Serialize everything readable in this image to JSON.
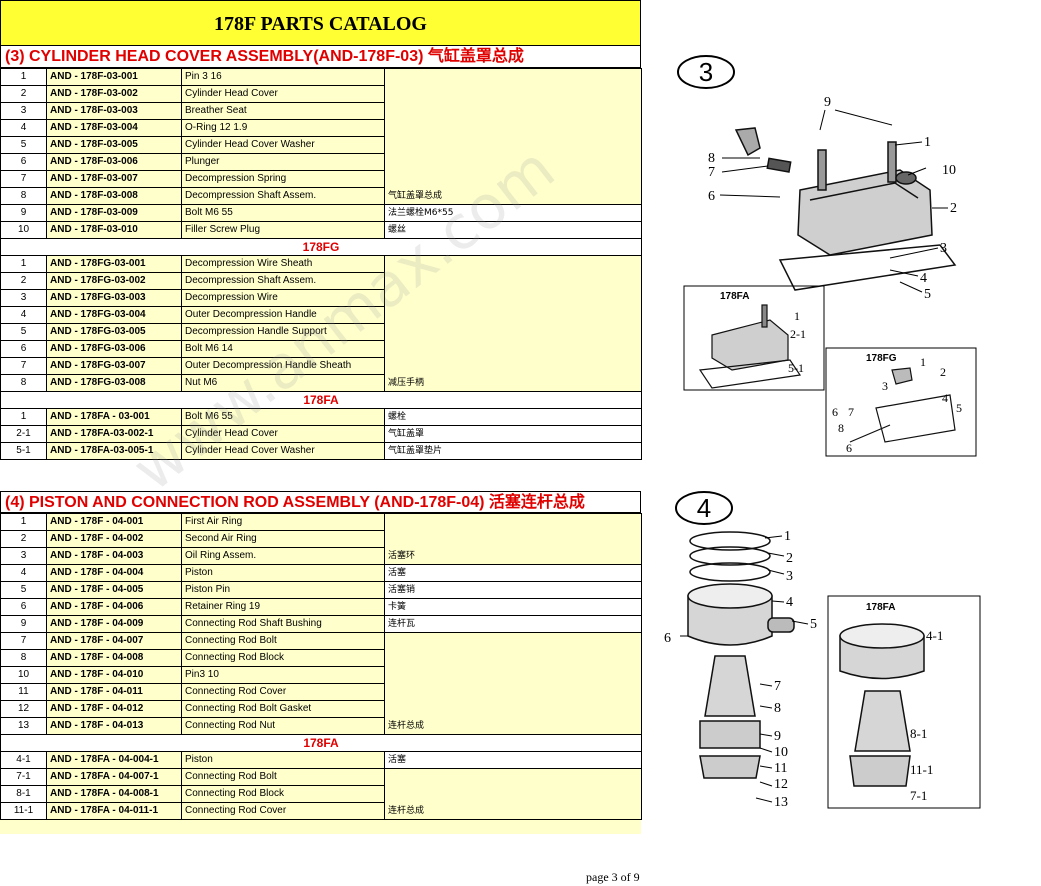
{
  "title": "178F PARTS CATALOG",
  "section3": {
    "header": "(3) CYLINDER HEAD COVER ASSEMBLY(AND-178F-03) 气缸盖罩总成",
    "group_a": [
      {
        "no": "1",
        "code": "AND - 178F-03-001",
        "name": "Pin 3 16"
      },
      {
        "no": "2",
        "code": "AND - 178F-03-002",
        "name": "Cylinder Head Cover"
      },
      {
        "no": "3",
        "code": "AND - 178F-03-003",
        "name": "Breather Seat"
      },
      {
        "no": "4",
        "code": "AND - 178F-03-004",
        "name": "O-Ring 12 1.9"
      },
      {
        "no": "5",
        "code": "AND - 178F-03-005",
        "name": "Cylinder Head Cover Washer"
      },
      {
        "no": "6",
        "code": "AND - 178F-03-006",
        "name": "Plunger"
      },
      {
        "no": "7",
        "code": "AND - 178F-03-007",
        "name": "Decompression Spring"
      },
      {
        "no": "8",
        "code": "AND - 178F-03-008",
        "name": "Decompression Shaft Assem."
      }
    ],
    "group_a_cn": "气缸盖罩总成",
    "rows_b": [
      {
        "no": "9",
        "code": "AND - 178F-03-009",
        "name": "Bolt M6 55",
        "cn": "法兰螺栓M6*55"
      },
      {
        "no": "10",
        "code": "AND - 178F-03-010",
        "name": "Filler Screw Plug",
        "cn": "螺丝"
      }
    ],
    "sub_fg": "178FG",
    "group_fg": [
      {
        "no": "1",
        "code": "AND - 178FG-03-001",
        "name": "Decompression Wire Sheath"
      },
      {
        "no": "2",
        "code": "AND - 178FG-03-002",
        "name": "Decompression Shaft Assem."
      },
      {
        "no": "3",
        "code": "AND - 178FG-03-003",
        "name": "Decompression Wire"
      },
      {
        "no": "4",
        "code": "AND - 178FG-03-004",
        "name": "Outer Decompression Handle"
      },
      {
        "no": "5",
        "code": "AND - 178FG-03-005",
        "name": "Decompression Handle Support"
      },
      {
        "no": "6",
        "code": "AND - 178FG-03-006",
        "name": "Bolt M6 14"
      },
      {
        "no": "7",
        "code": "AND - 178FG-03-007",
        "name": "Outer Decompression Handle Sheath"
      },
      {
        "no": "8",
        "code": "AND - 178FG-03-008",
        "name": "Nut M6"
      }
    ],
    "group_fg_cn": "减压手柄",
    "sub_fa": "178FA",
    "rows_fa": [
      {
        "no": "1",
        "code": "AND - 178FA - 03-001",
        "name": "Bolt M6 55",
        "cn": "螺栓"
      },
      {
        "no": "2-1",
        "code": "AND - 178FA-03-002-1",
        "name": "Cylinder Head Cover",
        "cn": "气缸盖罩"
      },
      {
        "no": "5-1",
        "code": "AND - 178FA-03-005-1",
        "name": "Cylinder Head Cover Washer",
        "cn": "气缸盖罩垫片"
      }
    ]
  },
  "section4": {
    "header": "(4) PISTON AND CONNECTION ROD ASSEMBLY (AND-178F-04) 活塞连杆总成",
    "group_rings": [
      {
        "no": "1",
        "code": "AND - 178F - 04-001",
        "name": "First Air Ring"
      },
      {
        "no": "2",
        "code": "AND - 178F - 04-002",
        "name": "Second Air Ring"
      },
      {
        "no": "3",
        "code": "AND - 178F - 04-003",
        "name": "Oil Ring Assem."
      }
    ],
    "group_rings_cn": "活塞环",
    "rows_single": [
      {
        "no": "4",
        "code": "AND - 178F - 04-004",
        "name": "Piston",
        "cn": "活塞"
      },
      {
        "no": "5",
        "code": "AND - 178F - 04-005",
        "name": "Piston Pin",
        "cn": "活塞销"
      },
      {
        "no": "6",
        "code": "AND - 178F - 04-006",
        "name": "Retainer Ring 19",
        "cn": "卡簧"
      },
      {
        "no": "9",
        "code": "AND - 178F - 04-009",
        "name": "Connecting Rod Shaft Bushing",
        "cn": "连杆瓦"
      }
    ],
    "group_rod": [
      {
        "no": "7",
        "code": "AND - 178F - 04-007",
        "name": "Connecting Rod Bolt"
      },
      {
        "no": "8",
        "code": "AND - 178F - 04-008",
        "name": "Connecting Rod Block"
      },
      {
        "no": "10",
        "code": "AND - 178F - 04-010",
        "name": "Pin3 10"
      },
      {
        "no": "11",
        "code": "AND - 178F - 04-011",
        "name": "Connecting Rod Cover"
      },
      {
        "no": "12",
        "code": "AND - 178F - 04-012",
        "name": "Connecting Rod Bolt Gasket"
      },
      {
        "no": "13",
        "code": "AND - 178F - 04-013",
        "name": "Connecting Rod Nut"
      }
    ],
    "group_rod_cn": "连杆总成",
    "sub_fa": "178FA",
    "fa_piston": {
      "no": "4-1",
      "code": "AND - 178FA - 04-004-1",
      "name": "Piston",
      "cn": "活塞"
    },
    "group_fa_rod": [
      {
        "no": "7-1",
        "code": "AND - 178FA - 04-007-1",
        "name": "Connecting Rod Bolt"
      },
      {
        "no": "8-1",
        "code": "AND - 178FA - 04-008-1",
        "name": "Connecting Rod Block"
      },
      {
        "no": "11-1",
        "code": "AND - 178FA - 04-011-1",
        "name": "Connecting Rod Cover"
      }
    ],
    "group_fa_rod_cn": "连杆总成"
  },
  "diagram3": {
    "circle_label": "3",
    "callouts": [
      "9",
      "1",
      "8",
      "7",
      "10",
      "6",
      "2",
      "3",
      "4",
      "5"
    ],
    "inset_fa": {
      "title": "178FA",
      "callouts": [
        "1",
        "2-1",
        "5-1"
      ]
    },
    "inset_fg": {
      "title": "178FG",
      "callouts": [
        "1",
        "2",
        "3",
        "4",
        "5",
        "6",
        "7",
        "8",
        "6"
      ]
    }
  },
  "diagram4": {
    "circle_label": "4",
    "callouts": [
      "1",
      "2",
      "3",
      "4",
      "5",
      "6",
      "7",
      "8",
      "9",
      "10",
      "11",
      "12",
      "13"
    ],
    "inset_fa": {
      "title": "178FA",
      "callouts": [
        "4-1",
        "8-1",
        "11-1",
        "7-1"
      ]
    }
  },
  "watermark": "www.anmax.com",
  "page_number": "page 3 of 9"
}
